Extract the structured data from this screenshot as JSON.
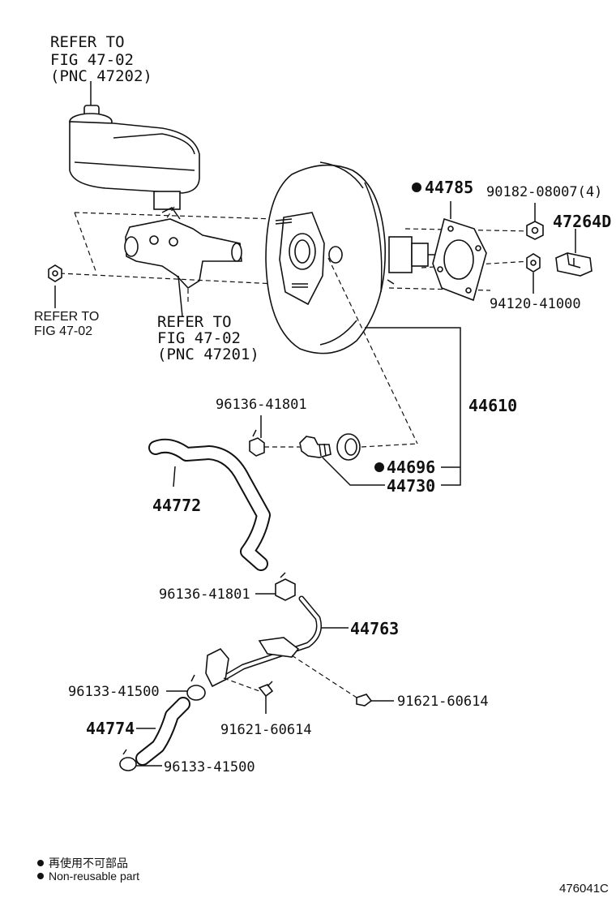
{
  "labels": {
    "refer_top_1": "REFER TO",
    "refer_top_2": "FIG 47-02",
    "refer_top_3": "(PNC 47202)",
    "refer_left_1": "REFER TO",
    "refer_left_2": "FIG 47-02",
    "refer_mid_1": "REFER TO",
    "refer_mid_2": "FIG 47-02",
    "refer_mid_3": "(PNC 47201)",
    "p44785": "44785",
    "p90182": "90182-08007(4)",
    "p47264D": "47264D",
    "p94120": "94120-41000",
    "p44610": "44610",
    "p96136_a": "96136-41801",
    "p44696": "44696",
    "p44730": "44730",
    "p44772": "44772",
    "p96136_b": "96136-41801",
    "p44763": "44763",
    "p96133_a": "96133-41500",
    "p91621_a": "91621-60614",
    "p44774": "44774",
    "p91621_b": "91621-60614",
    "p96133_b": "96133-41500"
  },
  "legend": {
    "line1": "再使用不可部品",
    "line2": "Non-reusable part"
  },
  "figure_id": "476041C"
}
